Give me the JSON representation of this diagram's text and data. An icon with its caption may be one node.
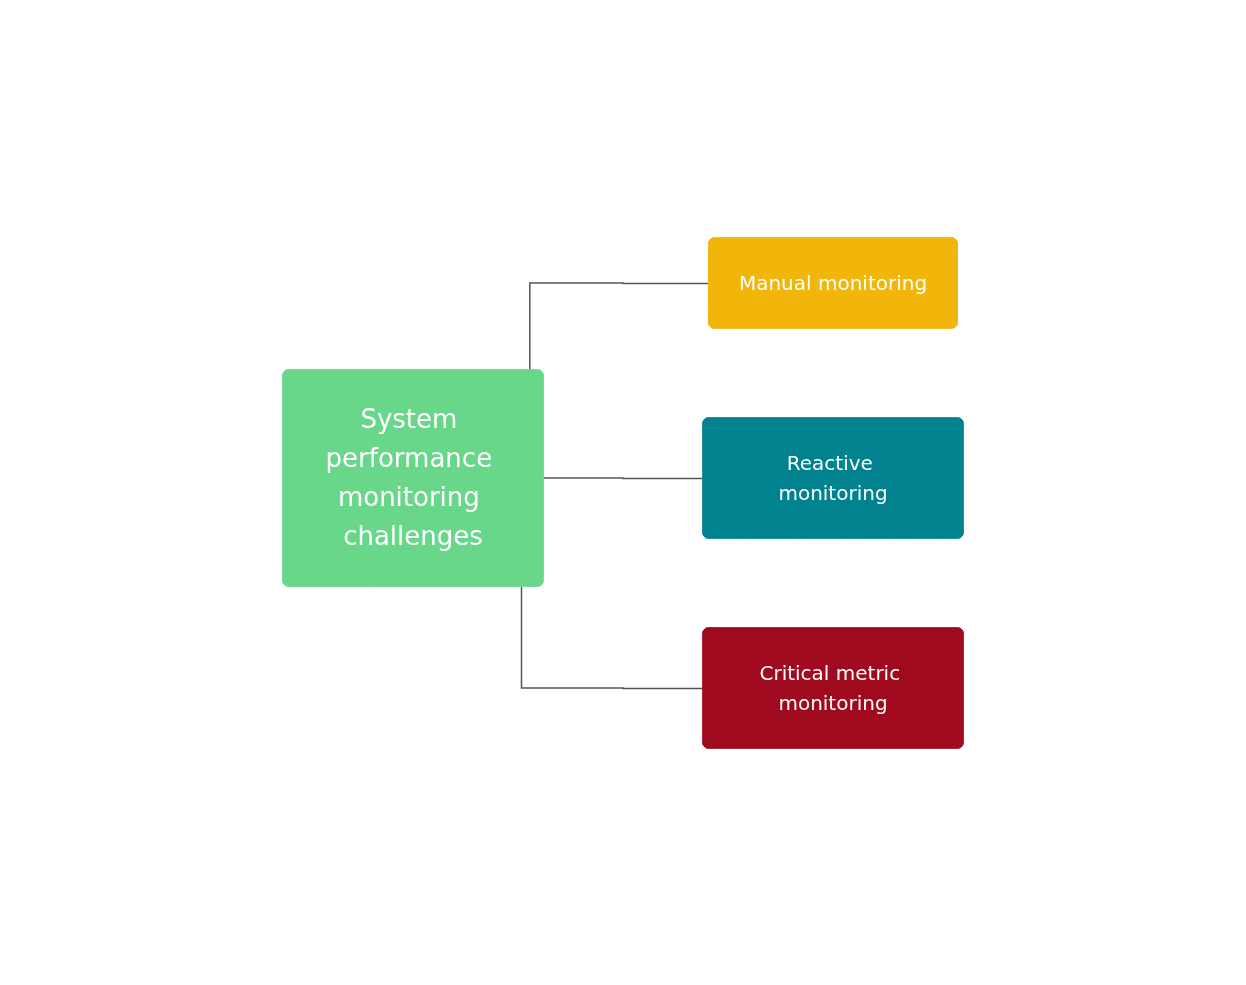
{
  "diagram": {
    "nodes": [
      {
        "text": [
          "System performance monitoring challenges"
        ]
      },
      {
        "text": [
          "Manual monitoring"
        ]
      },
      {
        "text": [
          "Reactive monitoring"
        ]
      },
      {
        "text": [
          "Critical metric monitoring"
        ]
      }
    ],
    "edges": [
      {
        "from": 0,
        "to": 1,
        "arrow": "none"
      },
      {
        "from": 0,
        "to": 2,
        "arrow": "none"
      },
      {
        "from": 0,
        "to": 3,
        "arrow": "none"
      }
    ]
  }
}
